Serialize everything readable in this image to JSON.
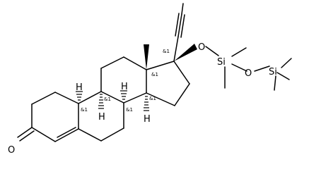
{
  "molecule": {
    "atom_labels": {
      "ketone_oxygen": "O",
      "ether_oxygen_1": "O",
      "ether_oxygen_2": "O",
      "silicon_1": "Si",
      "silicon_2": "Si",
      "hydrogen_c8": "H",
      "hydrogen_c9": "H",
      "hydrogen_c10": "H",
      "hydrogen_c14": "H"
    },
    "stereo_labels": {
      "c10": "&1",
      "c9": "&1",
      "c8": "&1",
      "c14": "&1",
      "c13": "&1",
      "c17": "&1"
    }
  }
}
